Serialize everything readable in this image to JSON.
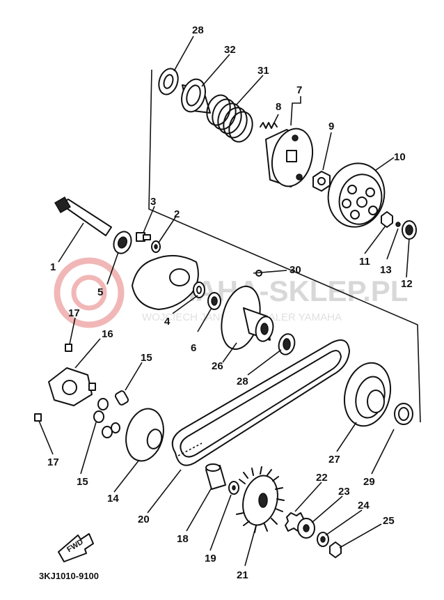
{
  "watermark": {
    "title": "YAMAHA-SKLEP.PL",
    "subtitle": "WOJCIECH JANICZEK DEALER YAMAHA",
    "logo": "yamaha-sklep-logo"
  },
  "diagram_code": "3KJ1010-9100",
  "fwd_label": "FWD",
  "part_labels": {
    "p1": "1",
    "p2": "2",
    "p3": "3",
    "p4": "4",
    "p5": "5",
    "p6": "6",
    "p7": "7",
    "p8": "8",
    "p9": "9",
    "p10": "10",
    "p11": "11",
    "p12": "12",
    "p13": "13",
    "p14": "14",
    "p15a": "15",
    "p15b": "15",
    "p16": "16",
    "p17a": "17",
    "p17b": "17",
    "p18": "18",
    "p19": "19",
    "p20": "20",
    "p21": "21",
    "p22": "22",
    "p23": "23",
    "p24": "24",
    "p25": "25",
    "p26": "26",
    "p27": "27",
    "p28a": "28",
    "p28b": "28",
    "p29": "29",
    "p30": "30",
    "p31": "31",
    "p32": "32"
  }
}
